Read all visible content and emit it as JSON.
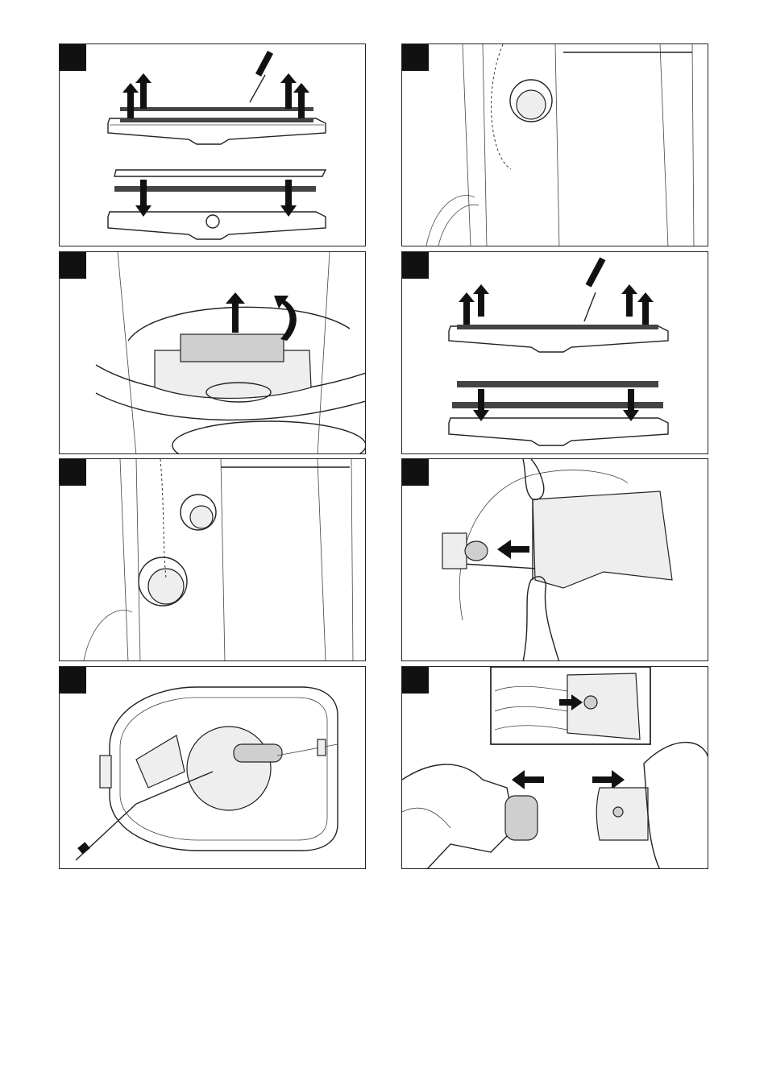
{
  "page": {
    "type": "illustration-sheet"
  },
  "panels": [
    {
      "id": "p1",
      "badge_label": "",
      "scene": "squeegee-strips-removal"
    },
    {
      "id": "p2",
      "badge_label": "",
      "scene": "cable-hook-side"
    },
    {
      "id": "p3",
      "badge_label": "",
      "scene": "filter-basket-removal"
    },
    {
      "id": "p4",
      "badge_label": "",
      "scene": "brush-strips-removal"
    },
    {
      "id": "p5",
      "badge_label": "",
      "scene": "suction-port-cap"
    },
    {
      "id": "p6",
      "badge_label": "",
      "scene": "filter-bag-insertion"
    },
    {
      "id": "p7",
      "badge_label": "",
      "scene": "top-view-with-cord"
    },
    {
      "id": "p8",
      "badge_label": "",
      "scene": "hose-adapter-connection"
    }
  ],
  "icons": {
    "arrow": "arrow-icon",
    "screwdriver": "screwdriver-icon",
    "hand": "hand-icon"
  },
  "colors": {
    "ink": "#111111",
    "fill": "#cfcfcf",
    "background": "#ffffff"
  }
}
